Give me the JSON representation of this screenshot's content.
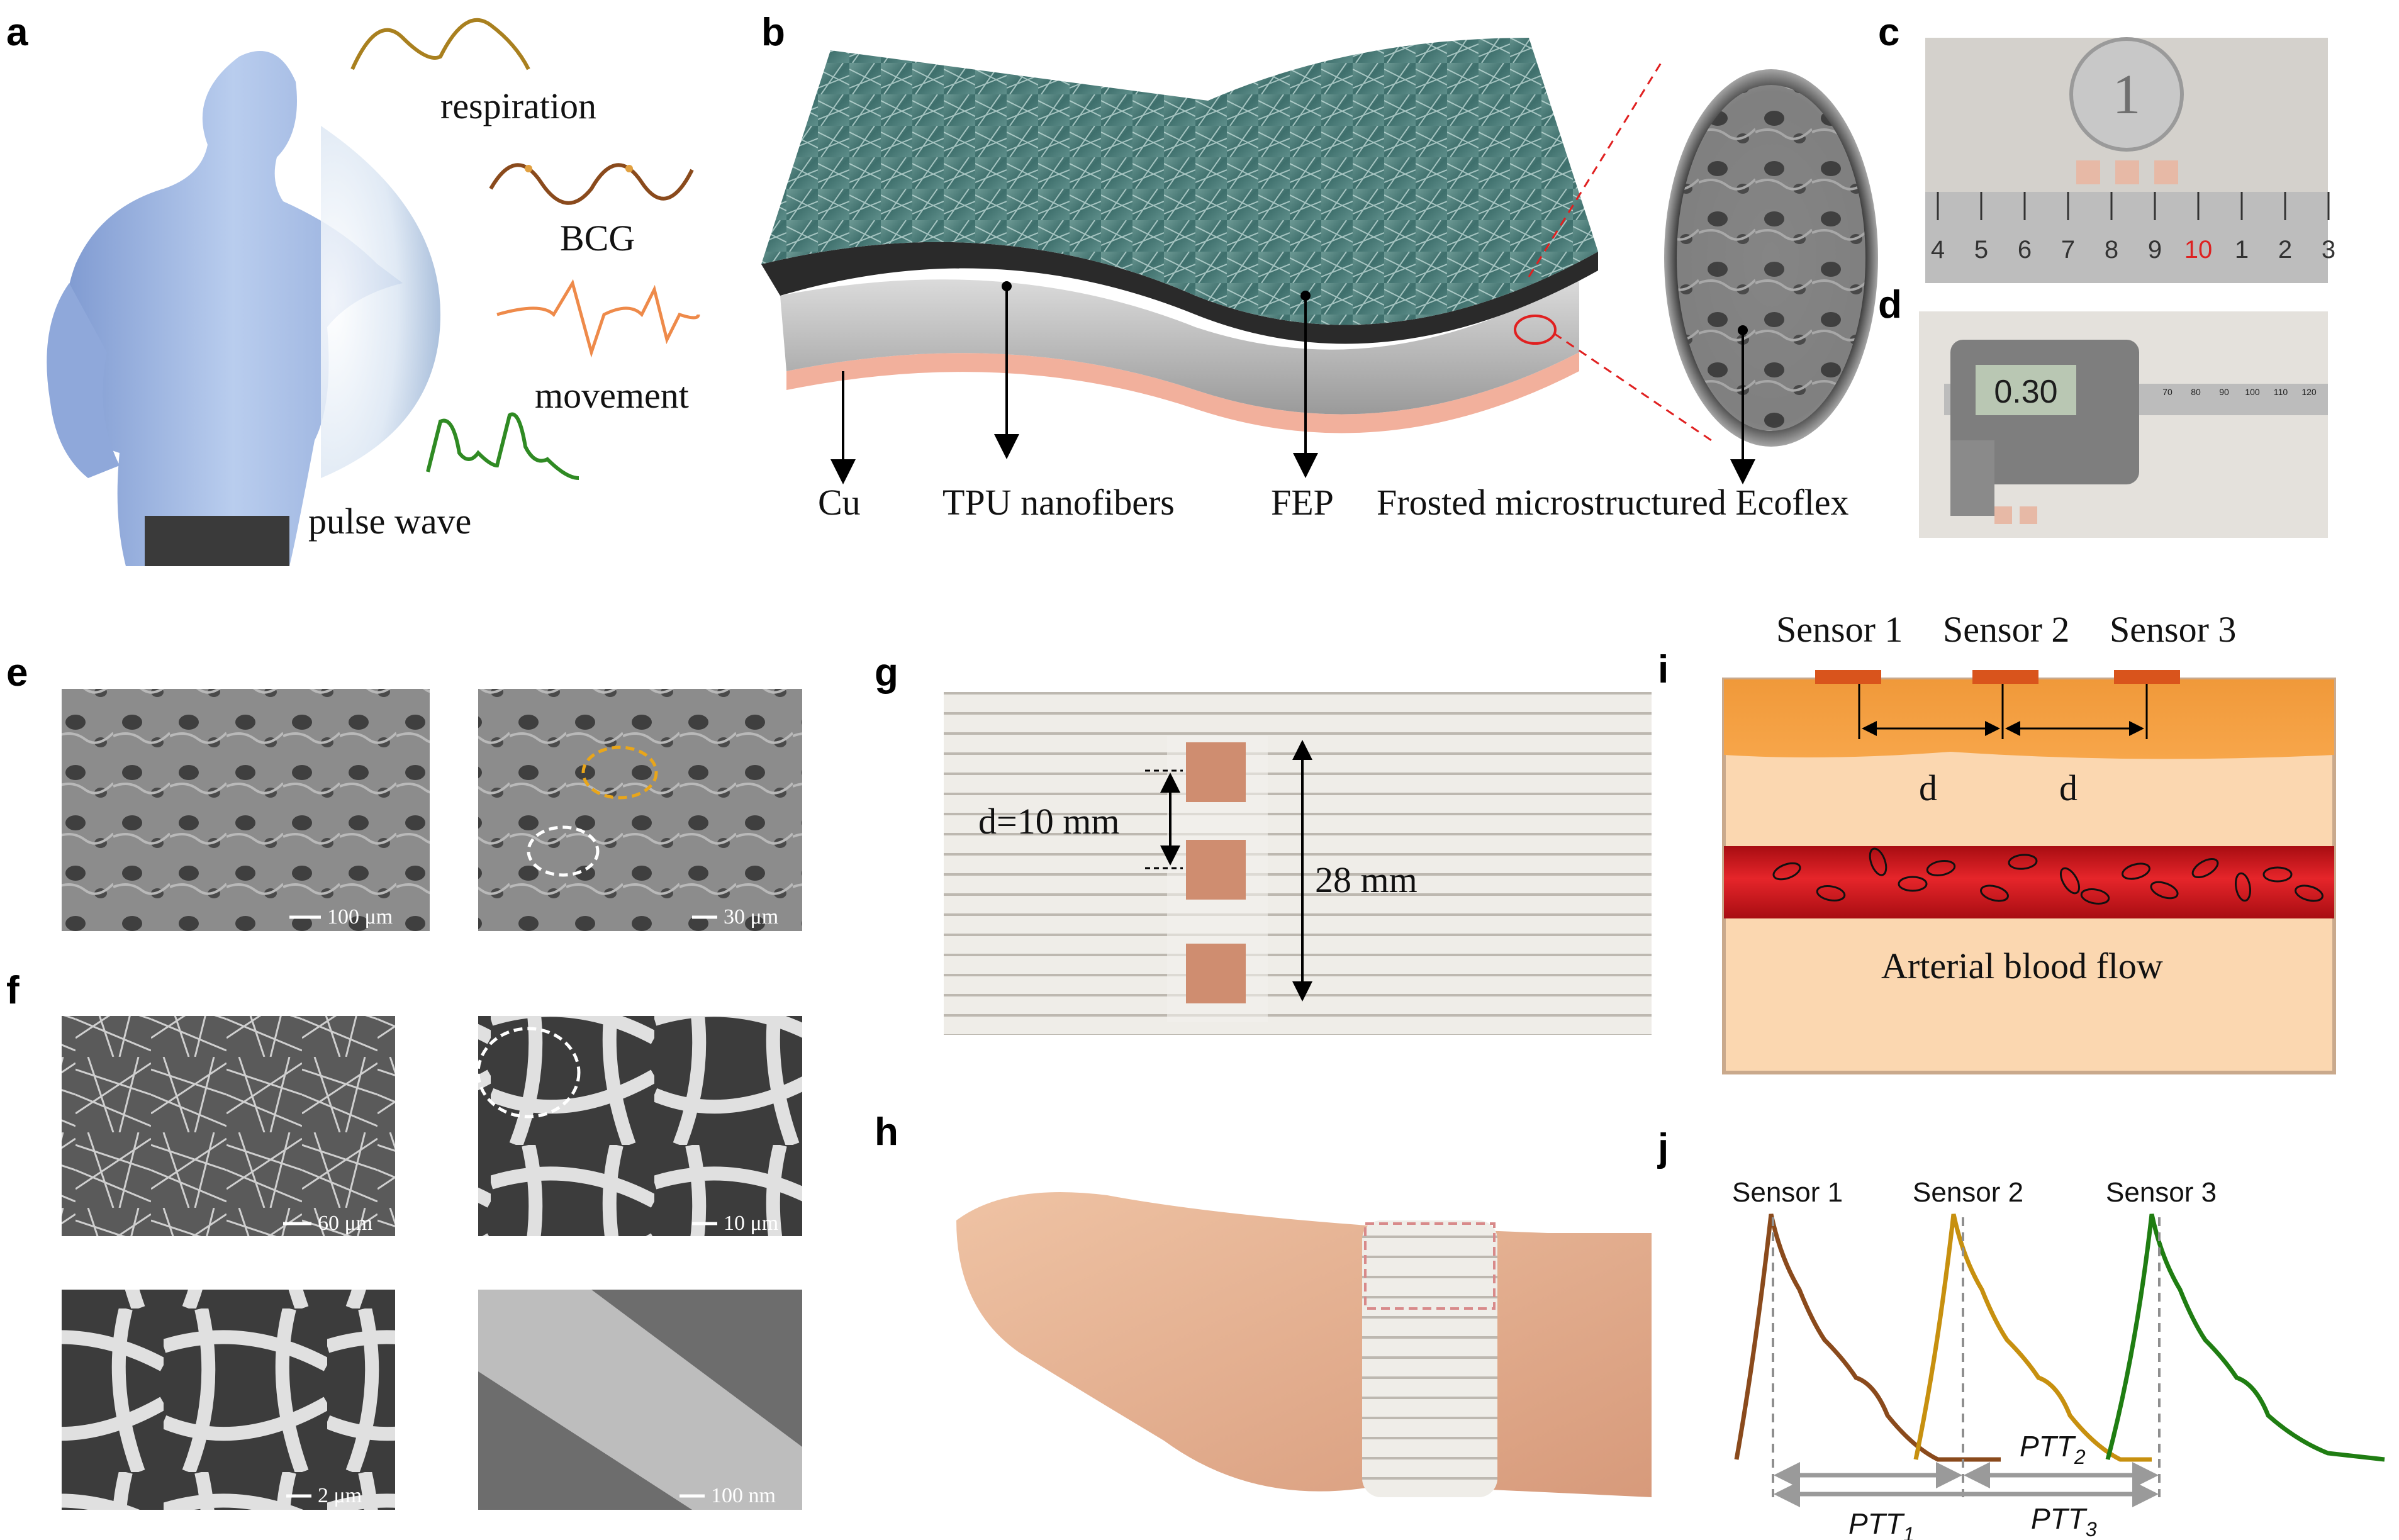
{
  "panels": {
    "a": {
      "letter": "a",
      "signals": [
        "respiration",
        "BCG",
        "movement",
        "pulse wave"
      ],
      "colors": {
        "respiration": "#a9801f",
        "bcg": "#8a4a1c",
        "movement": "#ee8a4a",
        "pulse": "#2f8a23",
        "skin": "#a9bfe6"
      }
    },
    "b": {
      "letter": "b",
      "layers": [
        "Cu",
        "TPU nanofibers",
        "FEP",
        "Frosted microstructured Ecoflex"
      ]
    },
    "c": {
      "letter": "c",
      "ruler_ticks": [
        "4",
        "5",
        "6",
        "7",
        "8",
        "9",
        "10",
        "1",
        "2",
        "3"
      ]
    },
    "d": {
      "letter": "d",
      "caliper_reading": "0.30",
      "ruler_ticks": [
        "70",
        "80",
        "90",
        "100",
        "110",
        "120"
      ]
    },
    "e": {
      "letter": "e",
      "scales": [
        "100 μm",
        "30 μm"
      ]
    },
    "f": {
      "letter": "f",
      "scales": [
        "60 μm",
        "10 μm",
        "2 μm",
        "100 nm"
      ]
    },
    "g": {
      "letter": "g",
      "spacing_label": "d=10 mm",
      "length_label": "28 mm"
    },
    "h": {
      "letter": "h"
    },
    "i": {
      "letter": "i",
      "sensors": [
        "Sensor 1",
        "Sensor 2",
        "Sensor 3"
      ],
      "distance_labels": [
        "d",
        "d"
      ],
      "vessel_label": "Arterial blood flow"
    },
    "j": {
      "letter": "j",
      "sensors": [
        "Sensor 1",
        "Sensor 2",
        "Sensor 3"
      ],
      "ptt": {
        "ptt1": "PTT",
        "ptt1_sub": "1",
        "ptt2": "PTT",
        "ptt2_sub": "2",
        "ptt3": "PTT",
        "ptt3_sub": "3"
      },
      "colors": [
        "#8a4a1c",
        "#c7900f",
        "#1f7d12"
      ]
    }
  }
}
